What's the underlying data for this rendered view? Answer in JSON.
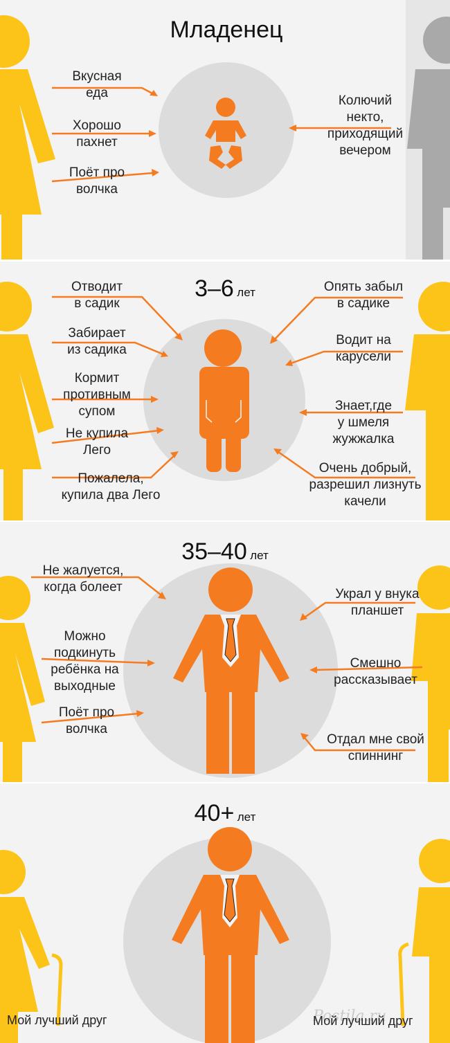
{
  "colors": {
    "orange": "#f47b20",
    "yellow": "#fcc419",
    "gray_figure": "#a9a9a9",
    "circle": "#dcdcdc",
    "panel_bg": "#f3f3f3"
  },
  "sections": [
    {
      "title": "Младенец",
      "left": [
        "Вкусная\nеда",
        "Хорошо\nпахнет",
        "Поёт про\nволчка"
      ],
      "right": [
        "Колючий\nнекто,\nприходящий\nвечером"
      ]
    },
    {
      "title": "3–6",
      "title_unit": "лет",
      "left": [
        "Отводит\nв садик",
        "Забирает\nиз садика",
        "Кормит\nпротивным\nсупом",
        "Не купила\nЛего",
        "Пожалела,\nкупила два Лего"
      ],
      "right": [
        "Опять забыл\nв садике",
        "Водит на\nкарусели",
        "Знает,где\nу шмеля\nжужжалка",
        "Очень добрый,\nразрешил лизнуть\nкачели"
      ]
    },
    {
      "title": "35–40",
      "title_unit": "лет",
      "left": [
        "Не жалуется,\nкогда болеет",
        "Можно\nподкинуть\nребёнка на\nвыходные",
        "Поёт про\nволчка"
      ],
      "right": [
        "Украл у внука\nпланшет",
        "Смешно\nрассказывает",
        "Отдал мне свой\nспиннинг"
      ]
    },
    {
      "title": "40+",
      "title_unit": "лет",
      "footer_left": "Мой лучший друг",
      "footer_right": "Мой лучший друг"
    }
  ],
  "watermark": "Postila.ru"
}
